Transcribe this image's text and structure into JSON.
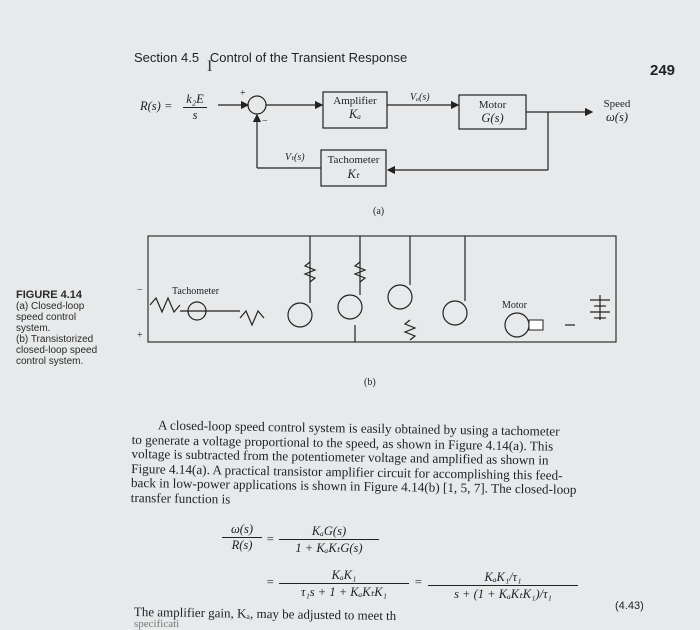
{
  "header": {
    "section": "Section 4.5",
    "title": "Control of the Transient Response",
    "page_number": "249"
  },
  "diagram_a": {
    "input_label": "R(s) =",
    "input_num": "k₂E",
    "input_den": "s",
    "sum_plus": "+",
    "sum_minus": "−",
    "amplifier_title": "Amplifier",
    "amplifier_gain": "Kₐ",
    "va_label": "Vₐ(s)",
    "motor_title": "Motor",
    "motor_tf": "G(s)",
    "speed_title": "Speed",
    "speed_var": "ω(s)",
    "vt_label": "Vₜ(s)",
    "tach_title": "Tachometer",
    "tach_gain": "Kₜ",
    "caption": "(a)"
  },
  "diagram_b": {
    "tachometer_label": "Tachometer",
    "motor_label": "Motor",
    "caption": "(b)",
    "plus": "+",
    "minus": "−"
  },
  "figure_caption": {
    "title": "FIGURE 4.14",
    "lines": [
      "(a) Closed-loop",
      "speed control",
      "system.",
      "(b) Transistorized",
      "closed-loop speed",
      "control system."
    ]
  },
  "body_lines": [
    "A closed-loop speed control system is easily obtained by using a tachometer",
    "to generate a voltage proportional to the speed, as shown in Figure 4.14(a). This",
    "voltage is subtracted from the potentiometer voltage and amplified as shown in",
    "Figure 4.14(a). A practical transistor amplifier circuit for accomplishing this feed-",
    "back in low-power applications is shown in Figure 4.14(b) [1, 5, 7]. The closed-loop",
    "transfer function is"
  ],
  "equation": {
    "lhs_num": "ω(s)",
    "lhs_den": "R(s)",
    "rhs1_num": "KₐG(s)",
    "rhs1_den": "1 + KₐKₜG(s)",
    "rhs2_num": "KₐK₁",
    "rhs2_den": "τ₁s + 1 + KₐKₜK₁",
    "rhs3_num": "KₐK₁/τ₁",
    "rhs3_den": "s + (1 + KₐKₜK₁)/τ₁",
    "number": "(4.43)"
  },
  "bottom_line": "The amplifier gain, Kₐ, may be adjusted to meet th",
  "bottom_cut": "specificati"
}
